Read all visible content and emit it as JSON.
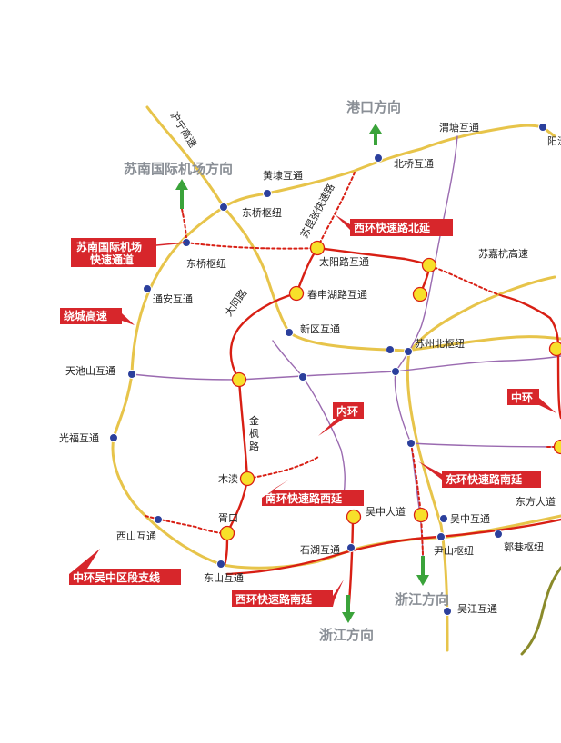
{
  "colors": {
    "ring_road": "#e7c44a",
    "inner_ring": "#d81f14",
    "purple_road": "#9a6ab0",
    "node_blue": "#2b3f9c",
    "node_yellow": "#f7e02a",
    "callout_red": "#d7262b",
    "arrow_green": "#3aa33a",
    "olive_road": "#8a8a2a"
  },
  "directions": {
    "port": "港口方向",
    "airport": "苏南国际机场方向",
    "zhejiang_1": "浙江方向",
    "zhejiang_2": "浙江方向"
  },
  "callouts": {
    "airport_express_1": "苏南国际机场",
    "airport_express_2": "快速通道",
    "raocheng": "绕城高速",
    "xihuan_north": "西环快速路北延",
    "inner_ring": "内环",
    "middle_ring": "中环",
    "donghuan_south": "东环快速路南延",
    "nanhuan_west": "南环快速路西延",
    "middle_ring_wuzhong": "中环吴中区段支线",
    "xihuan_south": "西环快速路南延"
  },
  "labels": {
    "hu_ning": "沪宁高速",
    "su_kun_zhang": "苏昆张快速路",
    "dongqiao_hub_1": "东桥枢纽",
    "dongqiao_hub_2": "东桥枢纽",
    "huangdai": "黄埭互通",
    "beiqiao": "北桥互通",
    "weitang": "渭塘互通",
    "yangcheng": "阳澄",
    "taiyang_road": "太阳路互通",
    "sujiahang": "苏嘉杭高速",
    "tongan": "通安互通",
    "chunshenhu": "春申湖路互通",
    "datong_road": "大同路",
    "xinqu": "新区互通",
    "suzhou_north_hub": "苏州北枢纽",
    "tianchishan": "天池山互通",
    "guangfu": "光福互通",
    "jinfeng_road": "金枫路",
    "mudu": "木渎",
    "xukou": "胥口",
    "xishan": "西山互通",
    "dongshan": "东山互通",
    "shihu": "石湖互通",
    "wuzhong_avenue": "吴中大道",
    "wuzhong_interchange": "吴中互通",
    "dongfang_avenue": "东方大道",
    "yinshan_hub": "尹山枢纽",
    "guoxiang_hub": "郭巷枢纽",
    "wujiang": "吴江互通"
  }
}
